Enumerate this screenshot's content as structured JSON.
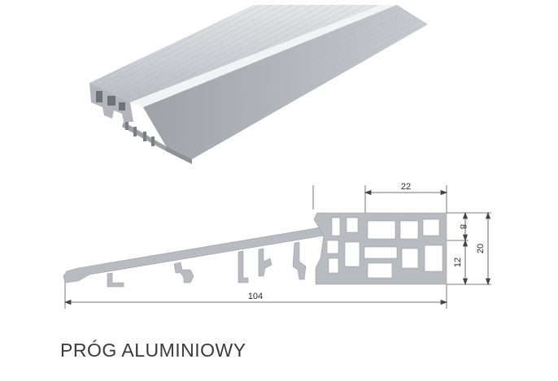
{
  "caption": "PRÓG ALUMINIOWY",
  "dimensions": {
    "top_width": "22",
    "upper_height": "8",
    "lower_height": "12",
    "total_height": "20",
    "total_width": "104"
  }
}
